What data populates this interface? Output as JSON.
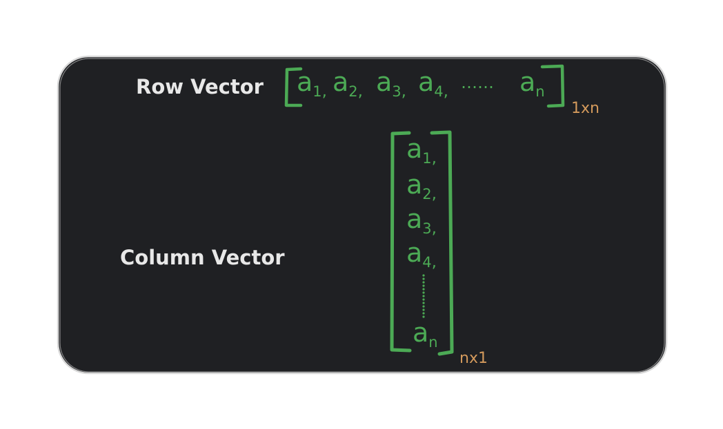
{
  "labels": {
    "row_vector": "Row Vector",
    "column_vector": "Column Vector"
  },
  "row_vector": {
    "elements": [
      {
        "base": "a",
        "sub": "1",
        "sep": ","
      },
      {
        "base": "a",
        "sub": "2",
        "sep": ","
      },
      {
        "base": "a",
        "sub": "3",
        "sep": ","
      },
      {
        "base": "a",
        "sub": "4",
        "sep": ","
      },
      {
        "base": "a",
        "sub": "n",
        "sep": ""
      }
    ],
    "ellipsis": "……",
    "dimension": "1xn"
  },
  "column_vector": {
    "elements": [
      {
        "base": "a",
        "sub": "1",
        "sep": ","
      },
      {
        "base": "a",
        "sub": "2",
        "sep": ","
      },
      {
        "base": "a",
        "sub": "3",
        "sep": ","
      },
      {
        "base": "a",
        "sub": "4",
        "sep": ","
      },
      {
        "base": "a",
        "sub": "n",
        "sep": ""
      }
    ],
    "dimension": "nx1"
  },
  "colors": {
    "panel": "#1f2023",
    "panel_border": "#d8d8d8",
    "label": "#e8e8e8",
    "vector": "#4caa55",
    "dimension": "#d49a5c"
  }
}
